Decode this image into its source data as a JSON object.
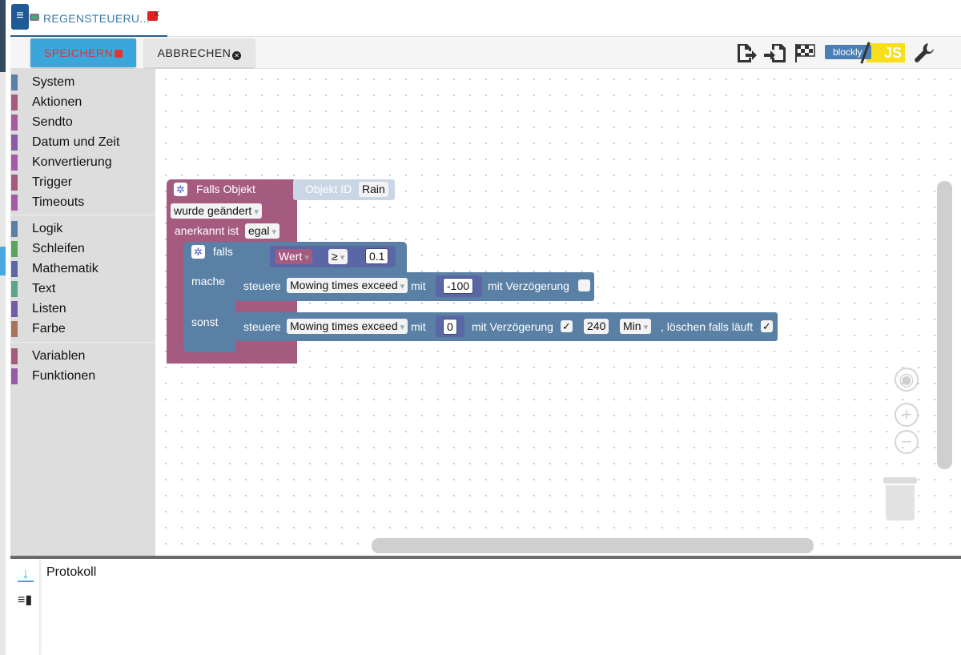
{
  "tab": {
    "title": "REGENSTEUERU..."
  },
  "toolbar": {
    "save_label": "SPEICHERN",
    "cancel_label": "ABBRECHEN",
    "mode_blockly": "blockly",
    "mode_js": "JS",
    "icons": [
      "export-icon",
      "import-icon",
      "flag-icon",
      "wrench-icon"
    ]
  },
  "sidebar": {
    "groups": [
      [
        {
          "label": "System",
          "color": "#5b80a5"
        },
        {
          "label": "Aktionen",
          "color": "#a55b80"
        },
        {
          "label": "Sendto",
          "color": "#a55b9e"
        },
        {
          "label": "Datum und Zeit",
          "color": "#8b5ba5"
        },
        {
          "label": "Konvertierung",
          "color": "#a55ba5"
        },
        {
          "label": "Trigger",
          "color": "#a55b80"
        },
        {
          "label": "Timeouts",
          "color": "#a55ba5"
        }
      ],
      [
        {
          "label": "Logik",
          "color": "#5b80a5"
        },
        {
          "label": "Schleifen",
          "color": "#5ba55b"
        },
        {
          "label": "Mathematik",
          "color": "#5b67a5"
        },
        {
          "label": "Text",
          "color": "#5ba58c"
        },
        {
          "label": "Listen",
          "color": "#745ba5"
        },
        {
          "label": "Farbe",
          "color": "#a5745b"
        }
      ],
      [
        {
          "label": "Variablen",
          "color": "#a55b80"
        },
        {
          "label": "Funktionen",
          "color": "#995ba5"
        }
      ]
    ]
  },
  "blocks": {
    "trigger": {
      "title": "Falls Objekt",
      "object_id_label": "Objekt ID",
      "object_id_value": "Rain",
      "change_mode": "wurde geändert",
      "ack_label": "anerkannt ist",
      "ack_value": "egal"
    },
    "if_block": {
      "if_label": "falls",
      "do_label": "mache",
      "else_label": "sonst",
      "compare_var": "Wert",
      "compare_op": "≥",
      "compare_value": "0.1"
    },
    "control1": {
      "prefix": "steuere",
      "target": "Mowing times exceed",
      "with_label": "mit",
      "value": "-100",
      "delay_label": "mit Verzögerung"
    },
    "control2": {
      "prefix": "steuere",
      "target": "Mowing times exceed",
      "with_label": "mit",
      "value": "0",
      "delay_label": "mit Verzögerung",
      "delay_checked": "✓",
      "delay_value": "240",
      "delay_unit": "Min",
      "clear_label": ", löschen falls läuft",
      "clear_checked": "✓"
    }
  },
  "bottom": {
    "title": "Protokoll"
  }
}
